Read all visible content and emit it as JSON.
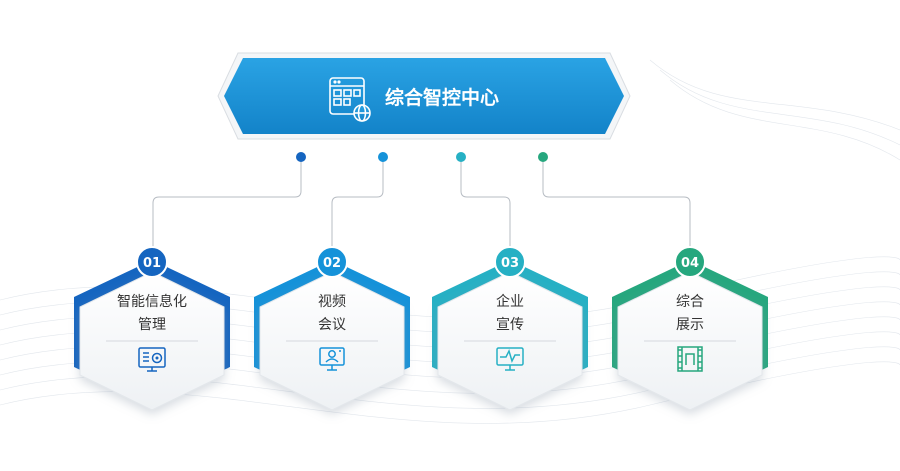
{
  "hub": {
    "title": "综合智控中心",
    "icon": "dashboard-globe-icon",
    "color": "#1a8fd3"
  },
  "nodes": [
    {
      "number": "01",
      "line1": "智能信息化",
      "line2": "管理",
      "icon": "monitor-gear-icon",
      "color": "#1565c0"
    },
    {
      "number": "02",
      "line1": "视频",
      "line2": "会议",
      "icon": "video-conference-icon",
      "color": "#1592d9"
    },
    {
      "number": "03",
      "line1": "企业",
      "line2": "宣传",
      "icon": "monitor-pulse-icon",
      "color": "#26b0c4"
    },
    {
      "number": "04",
      "line1": "综合",
      "line2": "展示",
      "icon": "film-display-icon",
      "color": "#26a77e"
    }
  ]
}
